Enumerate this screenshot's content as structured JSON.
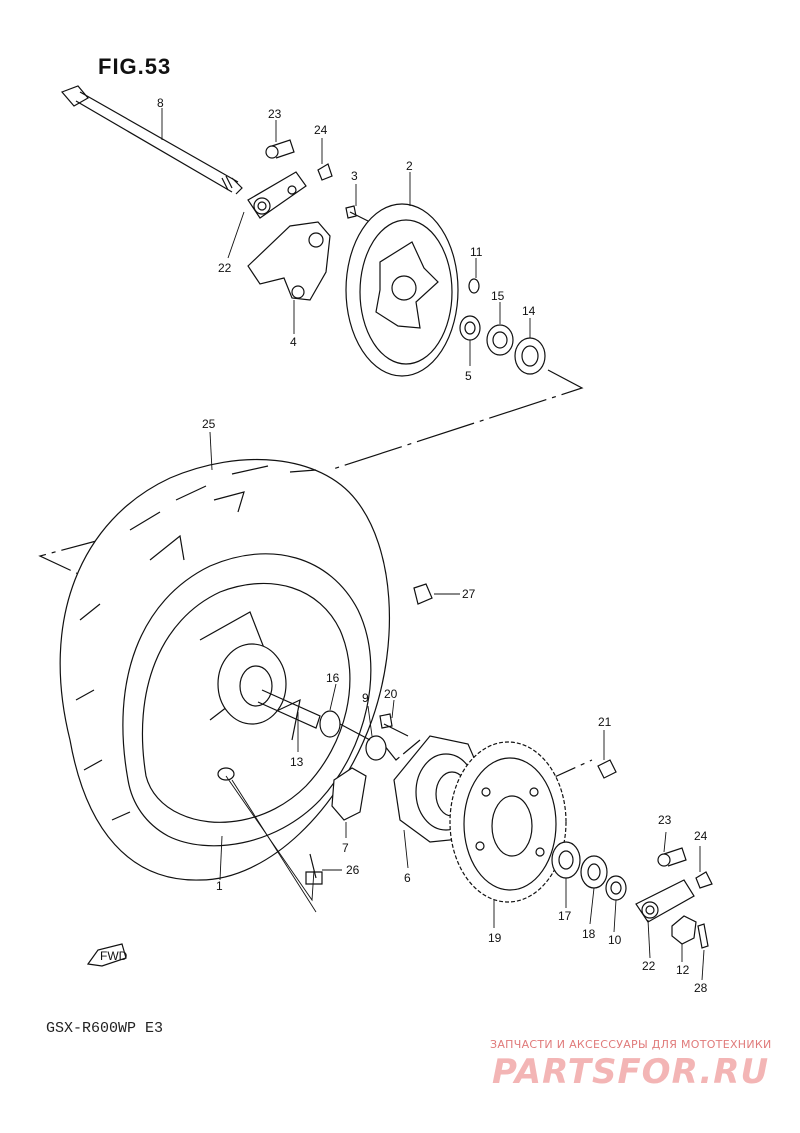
{
  "figure": {
    "title": "FIG.53",
    "model": "GSX-R600WP  E3",
    "direction_label": "FWD"
  },
  "watermark": {
    "tagline": "ЗАПЧАСТИ И АКСЕССУАРЫ ДЛЯ МОТОТЕХНИКИ",
    "logo": "PARTSFOR.RU"
  },
  "part_labels": {
    "p1": "1",
    "p2": "2",
    "p3": "3",
    "p4": "4",
    "p5": "5",
    "p6": "6",
    "p7": "7",
    "p8": "8",
    "p9": "9",
    "p10": "10",
    "p11": "11",
    "p12": "12",
    "p13": "13",
    "p14": "14",
    "p15": "15",
    "p16": "16",
    "p17": "17",
    "p18": "18",
    "p19": "19",
    "p20": "20",
    "p21": "21",
    "p22a": "22",
    "p22b": "22",
    "p23a": "23",
    "p23b": "23",
    "p24a": "24",
    "p24b": "24",
    "p25": "25",
    "p26": "26",
    "p27": "27",
    "p28": "28"
  }
}
